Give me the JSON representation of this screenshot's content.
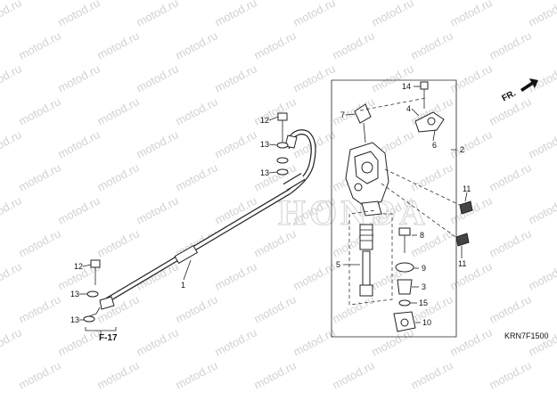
{
  "diagram": {
    "watermark_text": "motod.ru",
    "brand_watermark": "HONDA",
    "code": "KRN7F1500",
    "direction_label": "FR.",
    "ref_label": "F-17",
    "callouts": {
      "c1": "1",
      "c2": "2",
      "c3": "3",
      "c4": "4",
      "c5": "5",
      "c6": "6",
      "c7": "7",
      "c8": "8",
      "c9": "9",
      "c10": "10",
      "c11a": "11",
      "c11b": "11",
      "c12a": "12",
      "c12b": "12",
      "c13a": "13",
      "c13b": "13",
      "c13c": "13",
      "c13d": "13",
      "c14": "14",
      "c15": "15"
    }
  }
}
